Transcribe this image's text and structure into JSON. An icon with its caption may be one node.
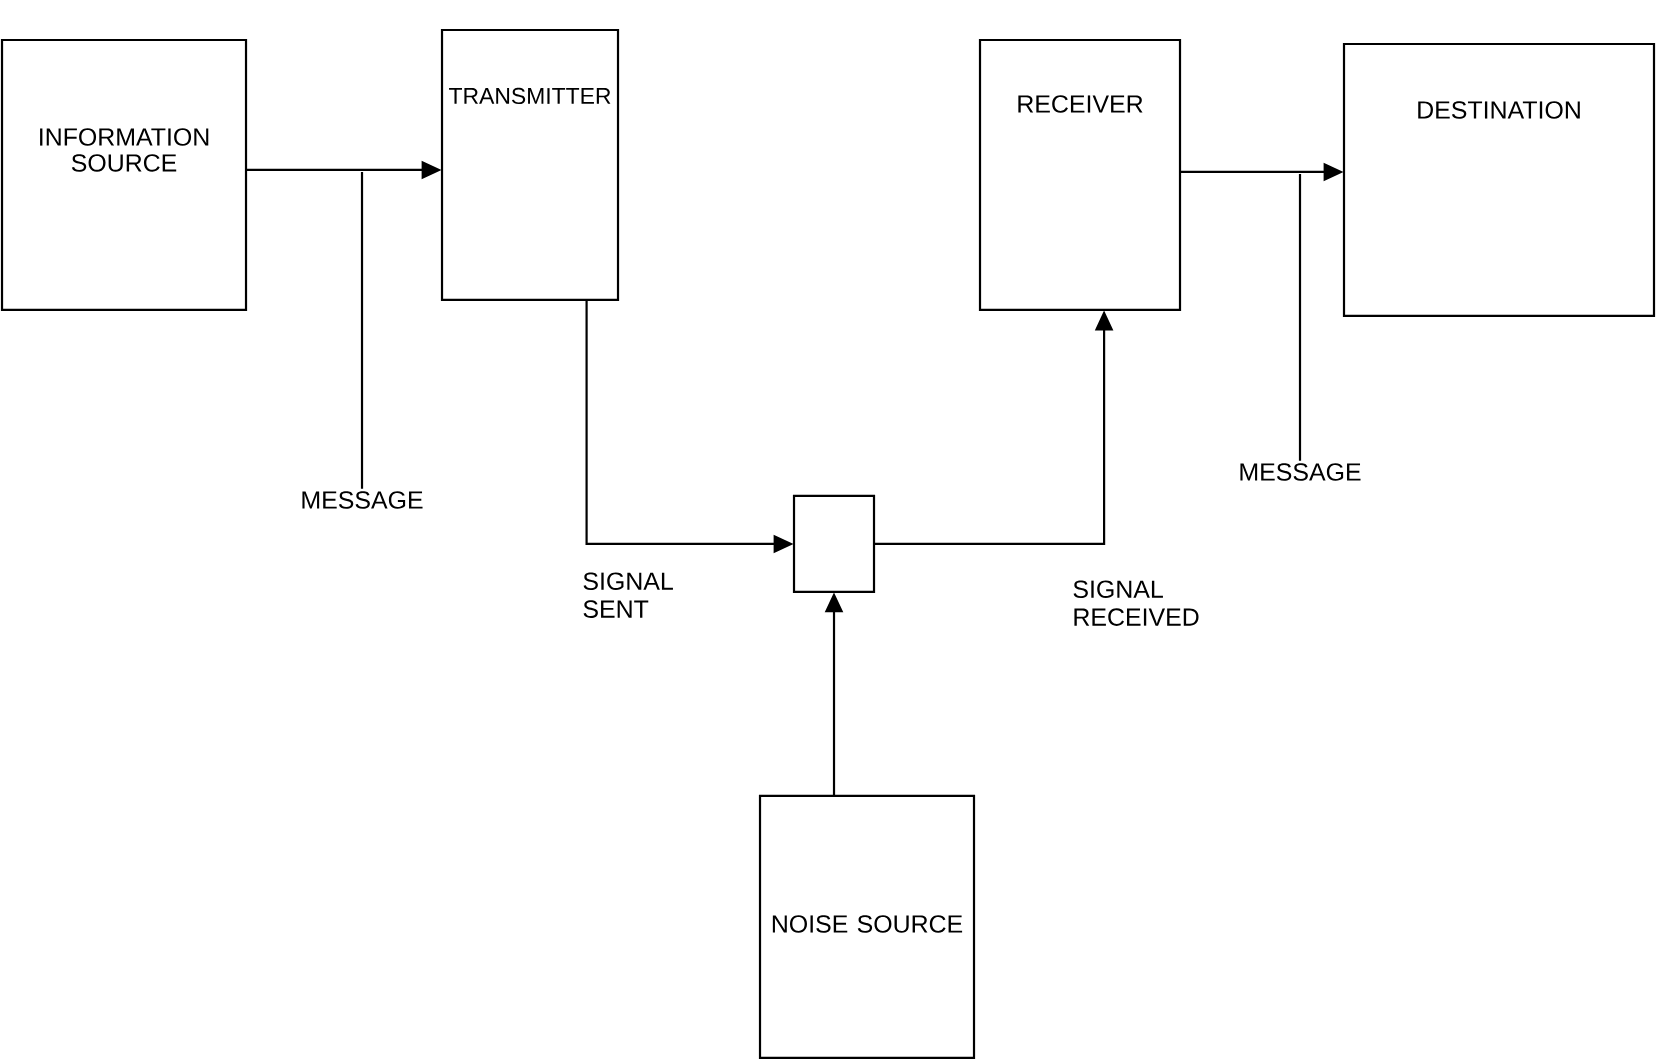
{
  "diagram": {
    "nodes": [
      {
        "text": [
          "INFORMATION SOURCE"
        ]
      },
      {
        "text": [
          "TRANSMITTER"
        ]
      },
      {
        "text": [
          "RECEIVER"
        ]
      },
      {
        "text": [
          "DESTINATION"
        ]
      },
      {
        "text": [],
        "shape": "box"
      },
      {
        "text": [
          "NOISE SOURCE"
        ]
      },
      {
        "text": [
          "MESSAGE"
        ]
      },
      {
        "text": [
          "MESSAGE"
        ]
      }
    ],
    "edges": [
      {
        "from": 0,
        "to": 1,
        "arrow": "to"
      },
      {
        "from": 1,
        "to": 4,
        "arrow": "to",
        "label": "SIGNAL SENT"
      },
      {
        "from": 4,
        "to": 2,
        "arrow": "to",
        "label": "SIGNAL RECEIVED"
      },
      {
        "from": 5,
        "to": 4,
        "arrow": "to"
      },
      {
        "from": 2,
        "to": 3,
        "arrow": "to"
      },
      {
        "from": 6,
        "to": null,
        "arrow": "none"
      },
      {
        "from": 7,
        "to": null,
        "arrow": "none"
      }
    ]
  }
}
